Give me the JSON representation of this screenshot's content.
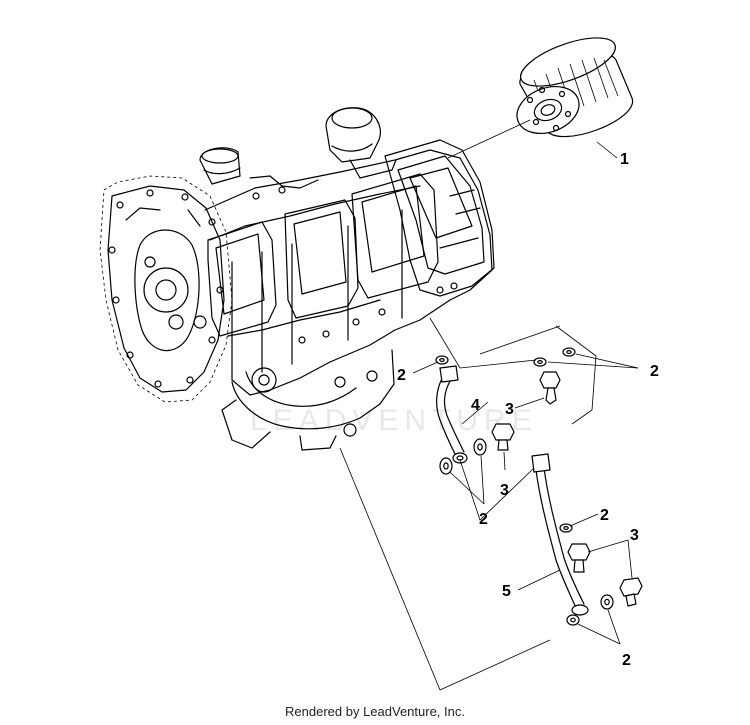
{
  "callouts": [
    {
      "id": "c1",
      "label": "1"
    },
    {
      "id": "c2a",
      "label": "2"
    },
    {
      "id": "c2b",
      "label": "2"
    },
    {
      "id": "c2c",
      "label": "2"
    },
    {
      "id": "c2d",
      "label": "2"
    },
    {
      "id": "c2e",
      "label": "2"
    },
    {
      "id": "c3a",
      "label": "3"
    },
    {
      "id": "c3b",
      "label": "3"
    },
    {
      "id": "c3c",
      "label": "3"
    },
    {
      "id": "c4",
      "label": "4"
    },
    {
      "id": "c5",
      "label": "5"
    }
  ],
  "watermark": "LEADVENTURE",
  "footer": "Rendered by LeadVenture, Inc."
}
